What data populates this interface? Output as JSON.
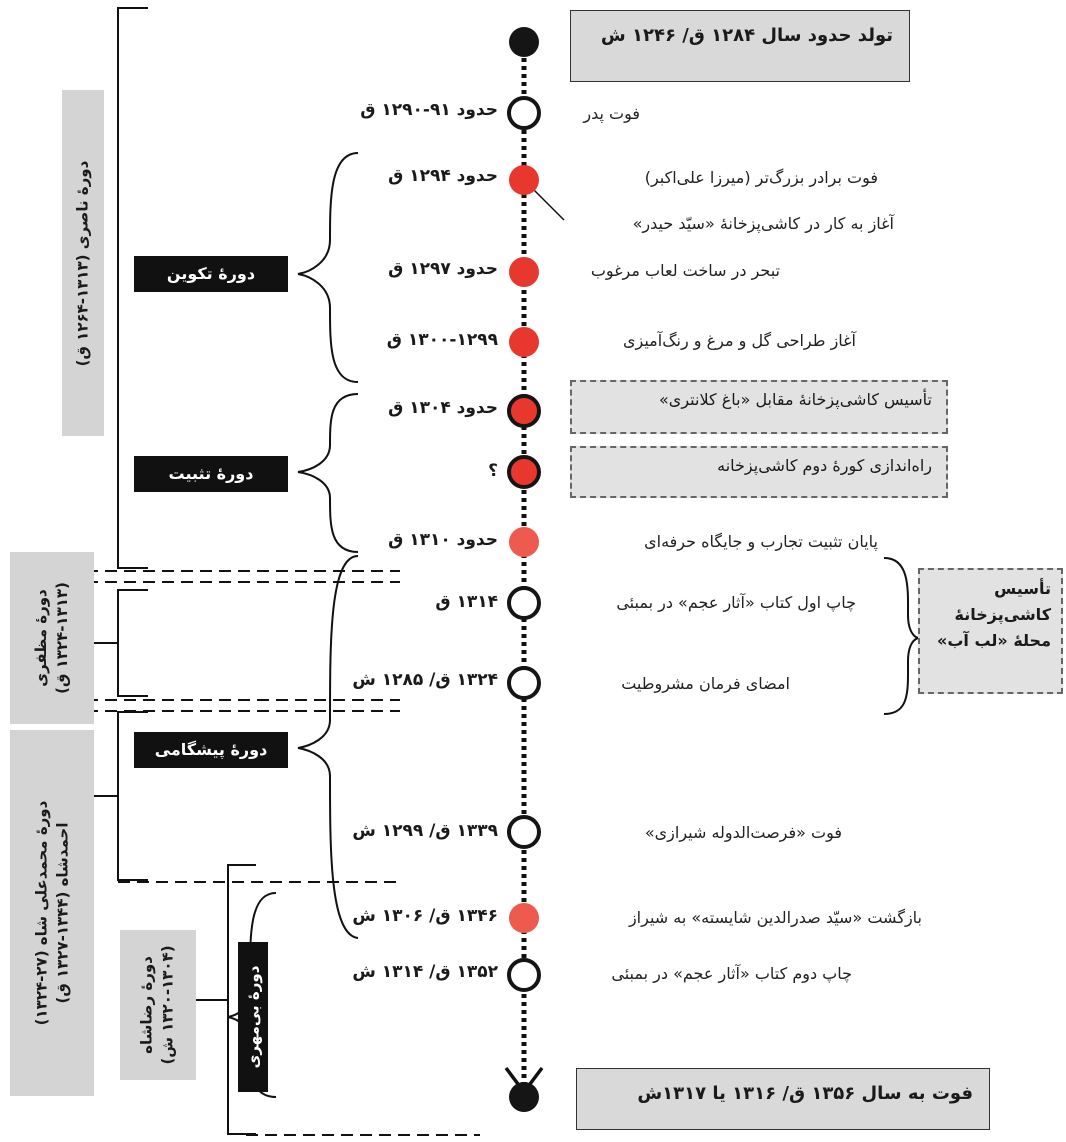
{
  "colors": {
    "red": "#e8372c",
    "light_red": "#ee5a4e",
    "black": "#151515",
    "box_fill": "#d9d9d9"
  },
  "top_box": "تولد حدود سال ۱۲۸۴ ق/ ۱۲۴۶ ش",
  "bottom_box": "فوت به سال ۱۳۵۶ ق/ ۱۳۱۶ یا ۱۳۱۷ش",
  "events": [
    {
      "date": "",
      "text": "",
      "marker": "black-filled"
    },
    {
      "date": "حدود ۹۱-۱۲۹۰ ق",
      "text": "فوت پدر",
      "marker": "hollow"
    },
    {
      "date": "حدود ۱۲۹۴ ق",
      "text": "فوت برادر بزرگ‌تر (میرزا علی‌اکبر)",
      "marker": "red"
    },
    {
      "date": "",
      "text": "آغاز به کار در کاشی‌پزخانهٔ «سیّد حیدر»",
      "marker": "none"
    },
    {
      "date": "حدود ۱۲۹۷ ق",
      "text": "تبحر در ساخت لعاب مرغوب",
      "marker": "red"
    },
    {
      "date": "۱۳۰۰-۱۲۹۹ ق",
      "text": "آغاز طراحی گل و مرغ و رنگ‌آمیزی",
      "marker": "red"
    },
    {
      "date": "حدود ۱۳۰۴ ق",
      "text": "تأسیس کاشی‌پزخانهٔ مقابل «باغ کلانتری»",
      "marker": "red-outlined"
    },
    {
      "date": "؟",
      "text": "راه‌اندازی کورهٔ دوم کاشی‌پزخانه",
      "marker": "red-outlined"
    },
    {
      "date": "حدود ۱۳۱۰ ق",
      "text": "پایان تثبیت تجارب و جایگاه حرفه‌ای",
      "marker": "light-red"
    },
    {
      "date": "۱۳۱۴ ق",
      "text": "چاپ اول کتاب «آثار عجم» در بمبئی",
      "marker": "hollow"
    },
    {
      "date": "۱۳۲۴ ق/ ۱۲۸۵ ش",
      "text": "امضای فرمان مشروطیت",
      "marker": "hollow"
    },
    {
      "date": "۱۳۳۹ ق/ ۱۲۹۹ ش",
      "text": "فوت «فرصت‌الدوله شیرازی»",
      "marker": "hollow"
    },
    {
      "date": "۱۳۴۶ ق/ ۱۳۰۶ ش",
      "text": "بازگشت «سیّد صدرالدین شایسته» به شیراز",
      "marker": "light-red"
    },
    {
      "date": "۱۳۵۲ ق/ ۱۳۱۴ ش",
      "text": "چاپ دوم کتاب «آثار عجم» در بمبئی",
      "marker": "hollow"
    },
    {
      "date": "",
      "text": "",
      "marker": "black-filled"
    }
  ],
  "phases": {
    "formation": "دورهٔ تکوین",
    "consolidation": "دورهٔ تثبیت",
    "pioneering": "دورهٔ پیشگامی",
    "neglect": "دورهٔ بی‌مهری"
  },
  "eras": {
    "naseri": "دورهٔ ناصری (۱۳۱۳-۱۲۶۴ ق)",
    "mozaffari_1": "دورهٔ مظفری",
    "mozaffari_2": "(۱۳۲۴-۱۳۱۳ ق)",
    "mohammadali_1": "دورهٔ محمدعلی شاه (۲۷-۱۳۲۴)",
    "mohammadali_2": "احمدشاه (۱۳۴۴-۱۳۲۷ ق)",
    "reza_1": "دورهٔ رضاشاه",
    "reza_2": "(۱۳۲۰-۱۳۰۴ ش)"
  },
  "lab_ab": [
    "تأسیس",
    "کاشی‌پزخانهٔ",
    "محلهٔ «لب آب»"
  ]
}
